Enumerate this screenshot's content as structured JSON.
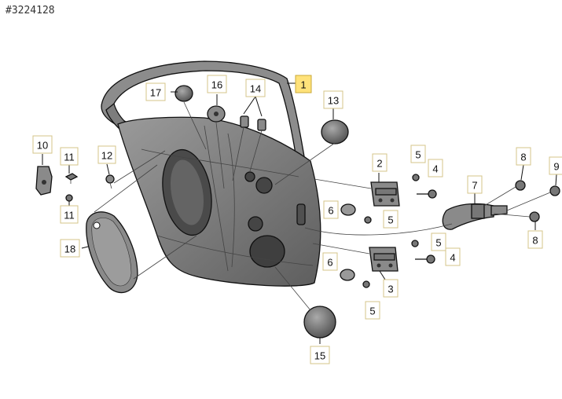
{
  "reference_number": "#3224128",
  "callouts": [
    {
      "key": "c1",
      "label": "1",
      "highlight": true
    },
    {
      "key": "c2",
      "label": "2"
    },
    {
      "key": "c3",
      "label": "3"
    },
    {
      "key": "c4a",
      "label": "4"
    },
    {
      "key": "c4b",
      "label": "4"
    },
    {
      "key": "c5a",
      "label": "5"
    },
    {
      "key": "c5b",
      "label": "5"
    },
    {
      "key": "c5c",
      "label": "5"
    },
    {
      "key": "c5d",
      "label": "5"
    },
    {
      "key": "c6a",
      "label": "6"
    },
    {
      "key": "c6b",
      "label": "6"
    },
    {
      "key": "c7",
      "label": "7"
    },
    {
      "key": "c8a",
      "label": "8"
    },
    {
      "key": "c8b",
      "label": "8"
    },
    {
      "key": "c9",
      "label": "9"
    },
    {
      "key": "c10",
      "label": "10"
    },
    {
      "key": "c11a",
      "label": "11"
    },
    {
      "key": "c11b",
      "label": "11"
    },
    {
      "key": "c12",
      "label": "12"
    },
    {
      "key": "c13",
      "label": "13"
    },
    {
      "key": "c14",
      "label": "14"
    },
    {
      "key": "c15",
      "label": "15"
    },
    {
      "key": "c16",
      "label": "16"
    },
    {
      "key": "c17",
      "label": "17"
    },
    {
      "key": "c18",
      "label": "18"
    }
  ],
  "colors": {
    "panel": "#7a7a7a",
    "panel_dark": "#555555",
    "part": "#8a8a8a",
    "callout_highlight": "#ffe27a"
  }
}
